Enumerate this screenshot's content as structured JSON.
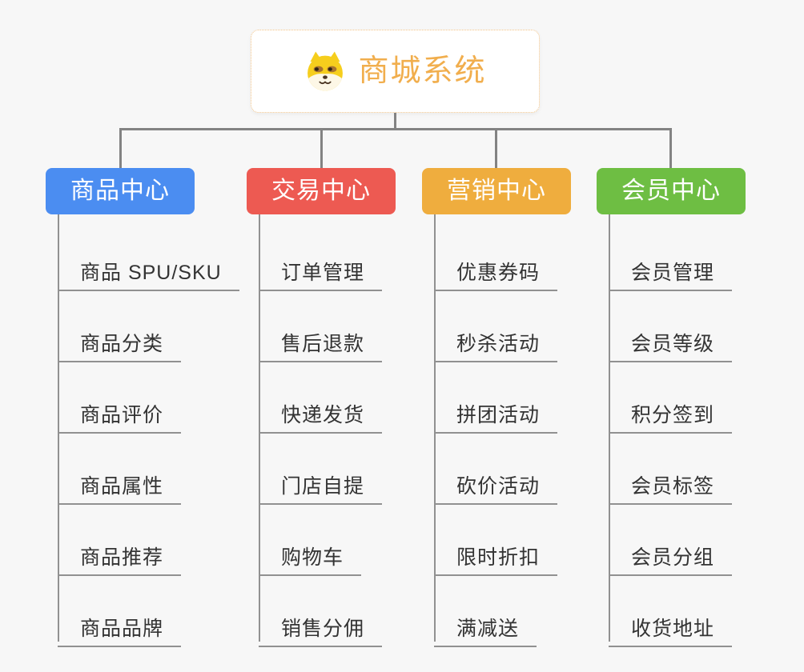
{
  "root": {
    "title": "商城系统",
    "icon": "shiba-dog-icon"
  },
  "branches": [
    {
      "id": "product-center",
      "label": "商品中心",
      "color": "#4b8df1",
      "items": [
        "商品 SPU/SKU",
        "商品分类",
        "商品评价",
        "商品属性",
        "商品推荐",
        "商品品牌"
      ]
    },
    {
      "id": "trade-center",
      "label": "交易中心",
      "color": "#ed5a52",
      "items": [
        "订单管理",
        "售后退款",
        "快递发货",
        "门店自提",
        "购物车",
        "销售分佣"
      ]
    },
    {
      "id": "marketing-center",
      "label": "营销中心",
      "color": "#efad3e",
      "items": [
        "优惠券码",
        "秒杀活动",
        "拼团活动",
        "砍价活动",
        "限时折扣",
        "满减送"
      ]
    },
    {
      "id": "member-center",
      "label": "会员中心",
      "color": "#6ebe43",
      "items": [
        "会员管理",
        "会员等级",
        "积分签到",
        "会员标签",
        "会员分组",
        "收货地址"
      ]
    }
  ],
  "colors": {
    "root_title": "#f1ae4d",
    "root_border": "#f2c488",
    "connector": "#838383",
    "item_line": "#919191",
    "item_text": "#333333",
    "background": "#f7f7f7"
  }
}
